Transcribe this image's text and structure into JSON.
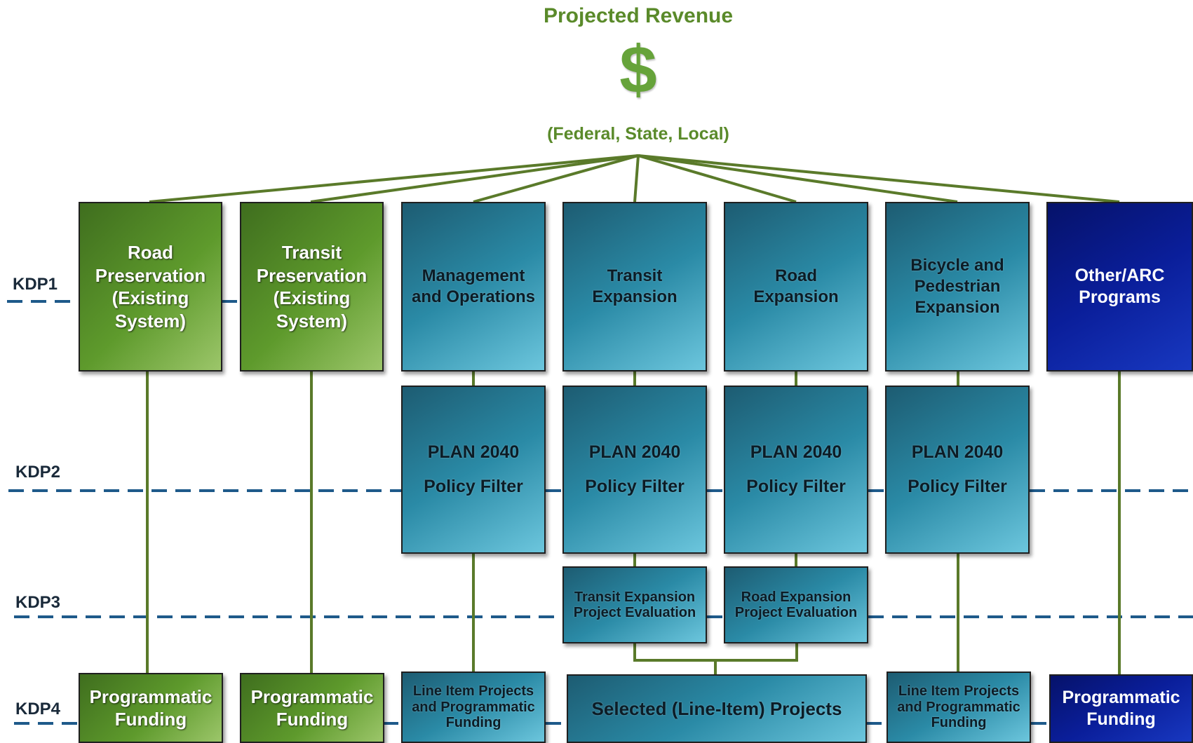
{
  "title": "Projected Revenue",
  "dollar_symbol": "$",
  "revenue_sources": "(Federal, State, Local)",
  "kdp_labels": [
    "KDP1",
    "KDP2",
    "KDP3",
    "KDP4"
  ],
  "tier1": [
    "Road Preservation (Existing System)",
    "Transit Preservation (Existing System)",
    "Management and Operations",
    "Transit Expansion",
    "Road Expansion",
    "Bicycle and Pedestrian Expansion",
    "Other/ARC Programs"
  ],
  "policy_filter": {
    "line1": "PLAN 2040",
    "line2": "Policy Filter"
  },
  "evaluation": [
    "Transit Expansion Project Evaluation",
    "Road Expansion Project Evaluation"
  ],
  "funding": {
    "programmatic": "Programmatic Funding",
    "line_item": "Line Item Projects and Programmatic Funding",
    "selected": "Selected (Line-Item) Projects"
  },
  "colors": {
    "green": "#5e9a2c",
    "teal": "#2a8aa6",
    "navy": "#0a1e9a",
    "connector": "#5a7a2a",
    "dashed_line": "#1e5a8a"
  }
}
